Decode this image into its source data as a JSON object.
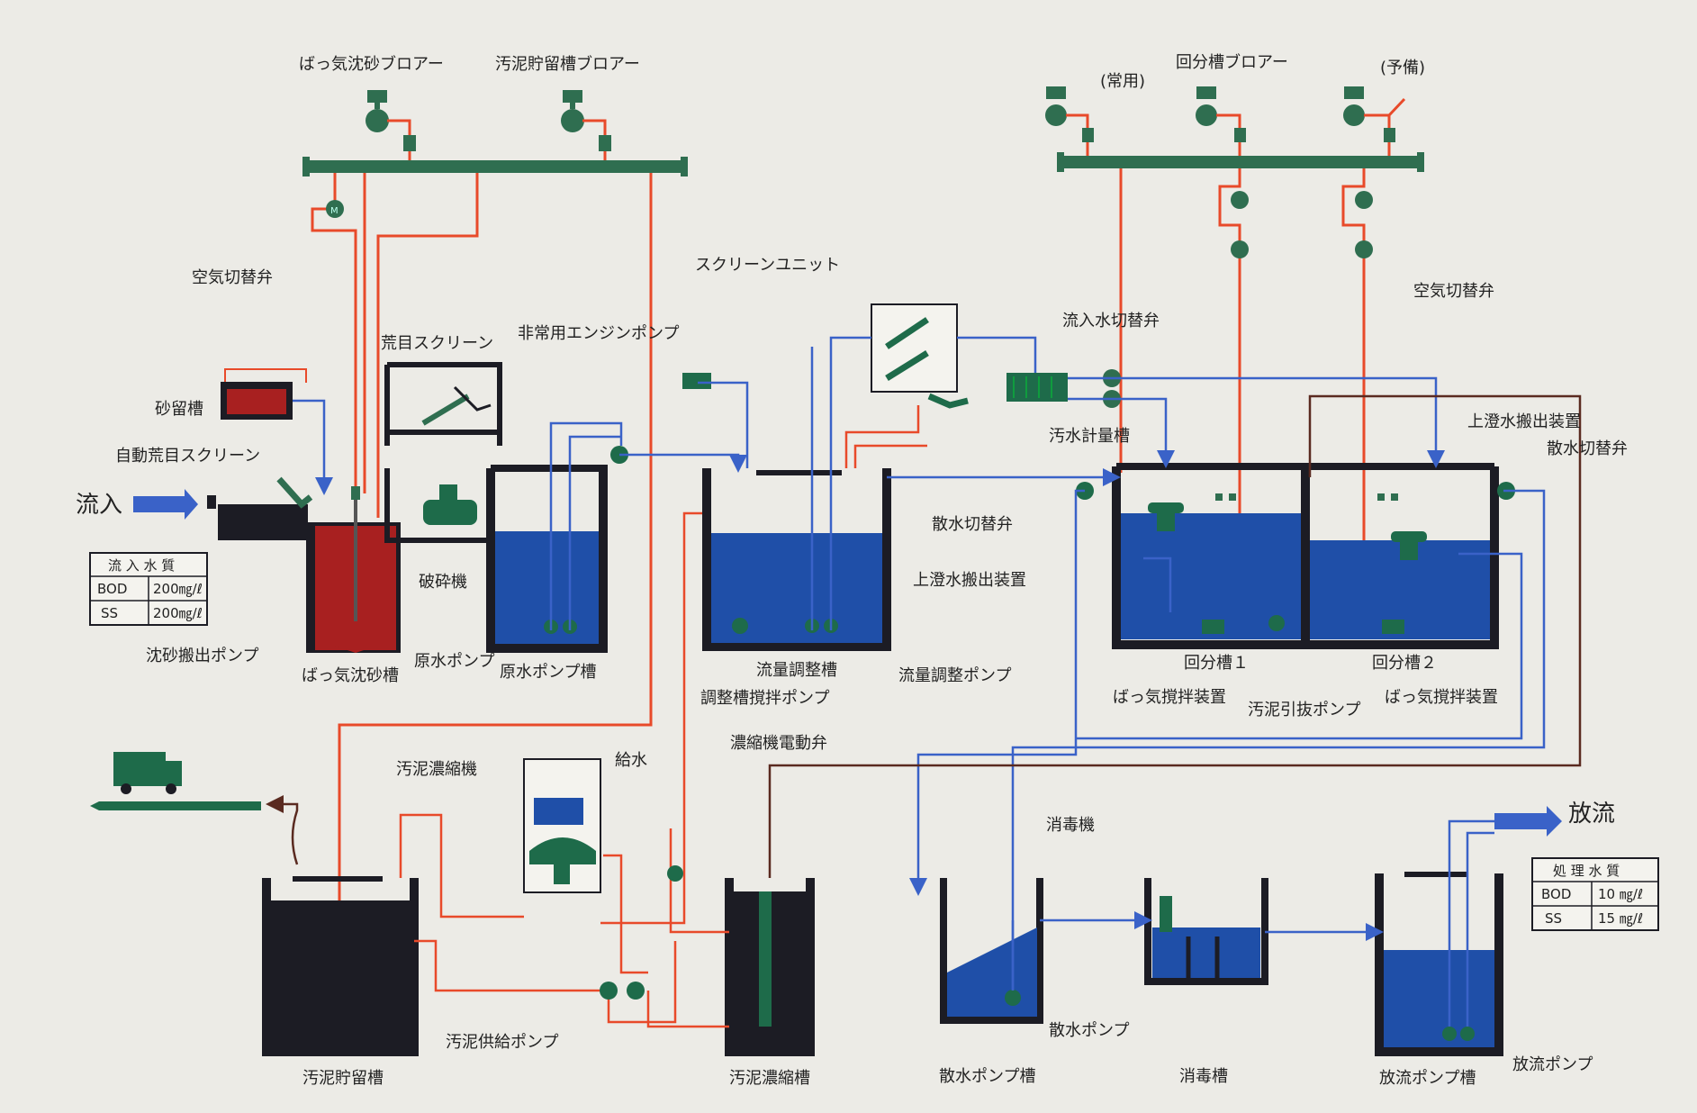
{
  "colors": {
    "air": "#e84a2a",
    "water": "#3a62c8",
    "sludge": "#7a3a2a",
    "fill_blue": "#1f4fa8",
    "header_green": "#2f6e50",
    "equip_green": "#1e6b4a",
    "tank_dark": "#1c1c24",
    "grit_red": "#a82020"
  },
  "labels": {
    "grit_blower": "ばっ気沈砂ブロアー",
    "sludge_storage_blower": "汚泥貯留槽ブロアー",
    "common": "(常用)",
    "rotation_blower": "回分槽ブロアー",
    "spare": "(予備)",
    "air_switch_valve_left": "空気切替弁",
    "air_switch_valve_right": "空気切替弁",
    "screen_unit": "スクリーンユニット",
    "emergency_pump": "非常用エンジンポンプ",
    "coarse_screen": "荒目スクリーン",
    "grit_tank": "砂留槽",
    "auto_screen": "自動荒目スクリーン",
    "inflow": "流入",
    "inflow_switch_valve": "流入水切替弁",
    "sewage_meter": "汚水計量槽",
    "supernatant_right": "上澄水搬出装置",
    "spray_switch_right": "散水切替弁",
    "spray_switch_mid": "散水切替弁",
    "supernatant_mid": "上澄水搬出装置",
    "crusher": "破砕機",
    "grit_pump": "沈砂搬出ポンプ",
    "raw_pump": "原水ポンプ",
    "raw_pump_tank": "原水ポンプ槽",
    "aerated_grit_tank": "ばっ気沈砂槽",
    "flow_tank": "流量調整槽",
    "flow_pump": "流量調整ポンプ",
    "mix_pump": "調整槽撹拌ポンプ",
    "batch1": "回分槽１",
    "batch2": "回分槽２",
    "aeration_mix1": "ばっ気撹拌装置",
    "aeration_mix2": "ばっ気撹拌装置",
    "sludge_pull_pump": "汚泥引抜ポンプ",
    "thickener_valve": "濃縮機電動弁",
    "sludge_thickener": "汚泥濃縮機",
    "water_supply": "給水",
    "disinfector": "消毒機",
    "discharge": "放流",
    "sludge_supply_pump": "汚泥供給ポンプ",
    "spray_pump": "散水ポンプ",
    "sludge_storage_tank": "汚泥貯留槽",
    "thickening_tank": "汚泥濃縮槽",
    "spray_pump_tank": "散水ポンプ槽",
    "disinfection_tank": "消毒槽",
    "discharge_pump_tank": "放流ポンプ槽",
    "discharge_pump": "放流ポンプ"
  },
  "inflow_quality": {
    "title": "流 入 水 質",
    "rows": [
      {
        "name": "BOD",
        "value": "200㎎/ℓ"
      },
      {
        "name": "SS",
        "value": "200㎎/ℓ"
      }
    ]
  },
  "treated_quality": {
    "title": "処 理 水 質",
    "rows": [
      {
        "name": "BOD",
        "value": "10 ㎎/ℓ"
      },
      {
        "name": "SS",
        "value": "15 ㎎/ℓ"
      }
    ]
  },
  "icons": [
    "blower-icon",
    "valve-icon",
    "pump-icon",
    "truck-icon",
    "screen-icon",
    "crusher-icon",
    "aerator-icon"
  ]
}
